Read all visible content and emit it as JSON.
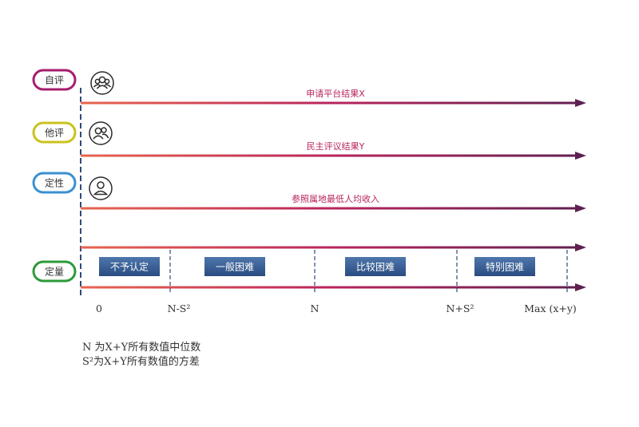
{
  "colors": {
    "arrow_start": "#e8654f",
    "arrow_end": "#5e2050",
    "label_text": "#b8245c",
    "axis": "#2f4a7a",
    "band_top": "#4f77ad",
    "band_bottom": "#2a4c80",
    "self_ring": "#a61e6e",
    "peer_ring": "#c9c21e",
    "qual_ring": "#3a8fd0",
    "quant_ring": "#2c9a3a"
  },
  "rows": [
    {
      "category": "自评",
      "icon": "group-icon",
      "line_label": "申请平台结果X"
    },
    {
      "category": "他评",
      "icon": "pair-icon",
      "line_label": "民主评议结果Y"
    },
    {
      "category": "定性",
      "icon": "person-icon",
      "line_label": "参照属地最低人均收入"
    }
  ],
  "quant": {
    "category": "定量",
    "bands": [
      "不予认定",
      "一般困难",
      "比较困难",
      "特别困难"
    ]
  },
  "ticks": [
    "0",
    "N-S²",
    "N",
    "N+S²",
    "Max (x+y)"
  ],
  "notes": [
    "N 为X+Y所有数值中位数",
    "S²为X+Y所有数值的方差"
  ]
}
